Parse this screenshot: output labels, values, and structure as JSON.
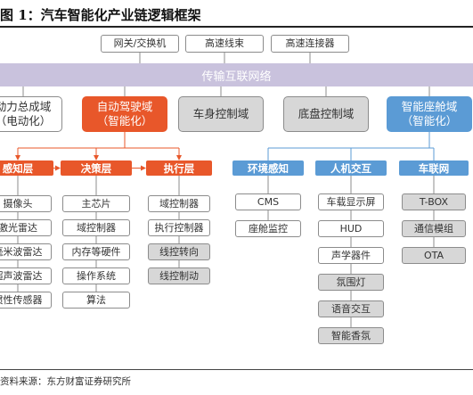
{
  "title": "图 1：汽车智能化产业链逻辑框架",
  "network_nodes": [
    "网关/交换机",
    "高速线束",
    "高速连接器"
  ],
  "bus_label": "传输互联网络",
  "domains": [
    {
      "label": "动力总成域\n（电动化）",
      "style": "plain"
    },
    {
      "label": "自动驾驶域\n（智能化）",
      "style": "orange"
    },
    {
      "label": "车身控制域",
      "style": "gray"
    },
    {
      "label": "底盘控制域",
      "style": "gray"
    },
    {
      "label": "智能座舱域\n（智能化）",
      "style": "blue"
    }
  ],
  "autonomous_layers": [
    {
      "name": "感知层",
      "items": [
        "摄像头",
        "激光雷达",
        "毫米波雷达",
        "超声波雷达",
        "惯性传感器"
      ]
    },
    {
      "name": "决策层",
      "items": [
        "主芯片",
        "域控制器",
        "内存等硬件",
        "操作系统",
        "算法"
      ]
    },
    {
      "name": "执行层",
      "items": [
        "域控制器",
        "执行控制器",
        "线控转向",
        "线控制动"
      ]
    }
  ],
  "cockpit_layers": [
    {
      "name": "环境感知",
      "items": [
        "CMS",
        "座舱监控"
      ]
    },
    {
      "name": "人机交互",
      "items": [
        "车载显示屏",
        "HUD",
        "声学器件",
        "氛围灯",
        "语音交互",
        "智能香氛"
      ]
    },
    {
      "name": "车联网",
      "items": [
        "T-BOX",
        "通信模组",
        "OTA"
      ]
    }
  ],
  "source": "资料来源：东方财富证券研究所",
  "colors": {
    "orange": "#e8572a",
    "blue": "#5b9bd5",
    "bus": "#c9c2dd",
    "gray": "#d7d7d7",
    "line": "#8c8c8c"
  }
}
